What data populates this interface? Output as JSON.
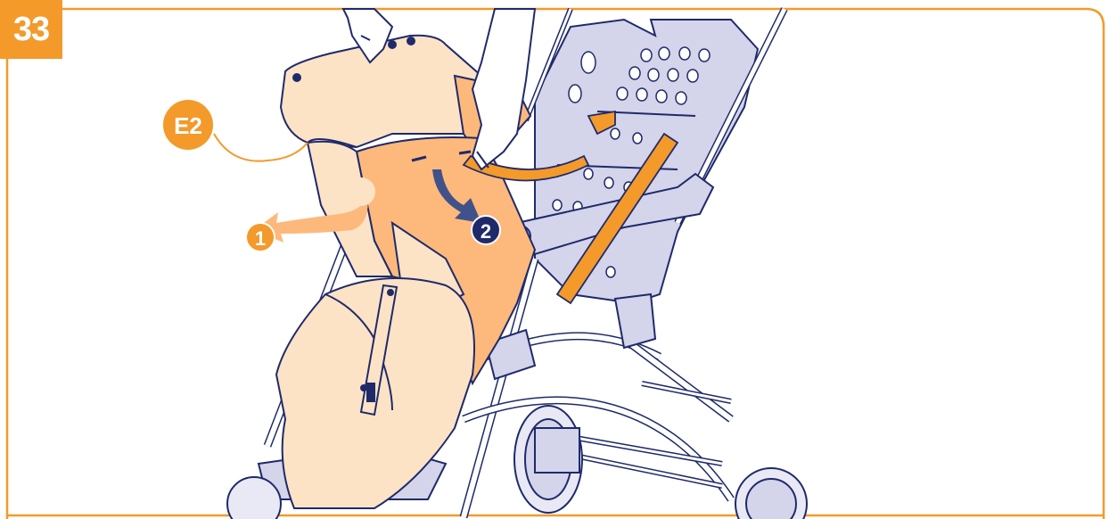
{
  "step": {
    "number": "33"
  },
  "callouts": {
    "part_label": "E2",
    "action_1": "1",
    "action_2": "2"
  },
  "colors": {
    "accent": "#F39A2B",
    "fabric_light": "#FCE3C6",
    "fabric_dark": "#FDB97B",
    "outline": "#1F2A6B",
    "frame_gray": "#D4D4EA",
    "arrow_blue": "#1F3F8C"
  },
  "icons": {
    "arrow_1": "curved-arrow-left",
    "arrow_2": "curved-arrow-down"
  }
}
